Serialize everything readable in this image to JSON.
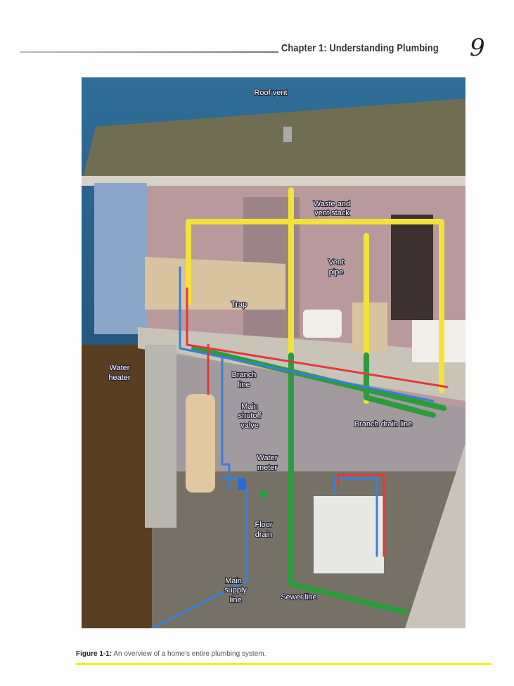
{
  "header": {
    "chapter": "Chapter 1: Understanding Plumbing",
    "page_number": "9"
  },
  "figure": {
    "labels": {
      "roof_vent": "Roof vent",
      "waste_stack_1": "Waste and",
      "waste_stack_2": "vent stack",
      "vent_pipe_1": "Vent",
      "vent_pipe_2": "pipe",
      "trap": "Trap",
      "water_heater_1": "Water",
      "water_heater_2": "heater",
      "branch_line_1": "Branch",
      "branch_line_2": "line",
      "shutoff_1": "Main",
      "shutoff_2": "shutoff",
      "shutoff_3": "valve",
      "meter_1": "Water",
      "meter_2": "meter",
      "branch_drain": "Branch drain line",
      "floor_drain_1": "Floor",
      "floor_drain_2": "drain",
      "supply_1": "Main",
      "supply_2": "supply",
      "supply_3": "line",
      "sewer": "Sewer line"
    },
    "colors": {
      "vent": "#f2e23a",
      "drain": "#2e9a3e",
      "cold": "#3a7ed8",
      "hot": "#e03a3a"
    }
  },
  "caption": {
    "label": "Figure 1-1:",
    "text": " An overview of a home's entire plumbing system."
  }
}
